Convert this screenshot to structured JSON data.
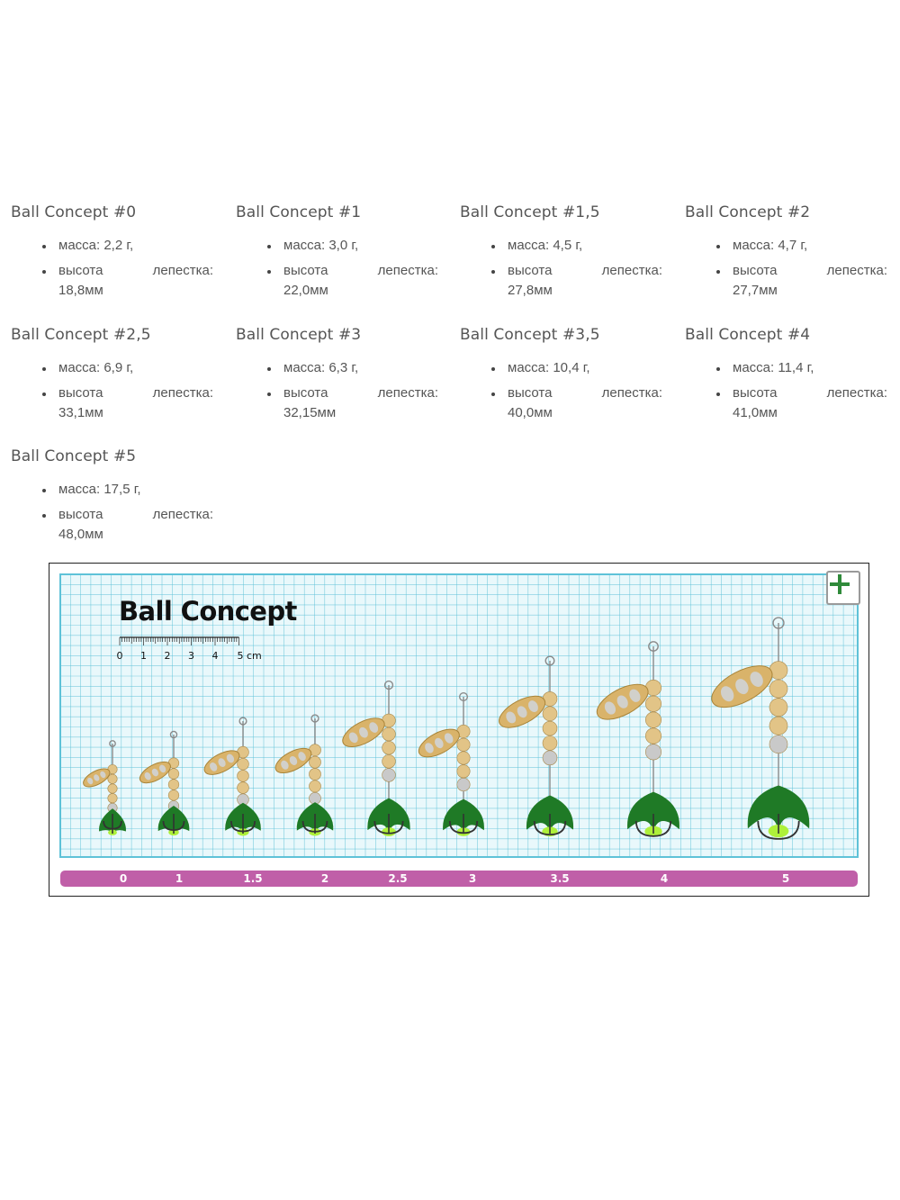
{
  "specs": [
    {
      "title": "Ball Concept #0",
      "mass_label": "масса:",
      "mass": "2,2 г,",
      "height_label": "высота",
      "petal_label": "лепестка:",
      "height": "18,8мм"
    },
    {
      "title": "Ball Concept #1",
      "mass_label": "масса:",
      "mass": "3,0 г,",
      "height_label": "высота",
      "petal_label": "лепестка:",
      "height": "22,0мм"
    },
    {
      "title": "Ball Concept #1,5",
      "mass_label": "масса:",
      "mass": "4,5 г,",
      "height_label": "высота",
      "petal_label": "лепестка:",
      "height": "27,8мм"
    },
    {
      "title": "Ball Concept #2",
      "mass_label": "масса:",
      "mass": "4,7 г,",
      "height_label": "высота",
      "petal_label": "лепестка:",
      "height": "27,7мм"
    },
    {
      "title": "Ball Concept #2,5",
      "mass_label": "масса:",
      "mass": "6,9 г,",
      "height_label": "высота",
      "petal_label": "лепестка:",
      "height": "33,1мм"
    },
    {
      "title": "Ball Concept #3",
      "mass_label": "масса:",
      "mass": "6,3 г,",
      "height_label": "высота",
      "petal_label": "лепестка:",
      "height": "32,15мм"
    },
    {
      "title": "Ball Concept #3,5",
      "mass_label": "масса:",
      "mass": "10,4 г,",
      "height_label": "высота",
      "petal_label": "лепестка:",
      "height": "40,0мм"
    },
    {
      "title": "Ball Concept #4",
      "mass_label": "масса:",
      "mass": "11,4 г,",
      "height_label": "высота",
      "petal_label": "лепестка:",
      "height": "41,0мм"
    },
    {
      "title": "Ball Concept #5",
      "mass_label": "масса:",
      "mass": "17,5 г,",
      "height_label": "высота",
      "petal_label": "лепестка:",
      "height": "48,0мм"
    }
  ],
  "figure": {
    "title": "Ball Concept",
    "ruler_ticks": [
      "0",
      "1",
      "2",
      "3",
      "4",
      "5 cm"
    ],
    "size_labels": [
      "0",
      "1",
      "1.5",
      "2",
      "2.5",
      "3",
      "3.5",
      "4",
      "5"
    ],
    "zoom_icon": "plus-icon",
    "colors": {
      "grid_background": "#e9f8fb",
      "grid_line": "#5fc2d8",
      "size_bar": "#c05fa8",
      "blade": "#d9b36a",
      "feather": "#1f7a26",
      "feather_tip": "#aef03a"
    }
  }
}
